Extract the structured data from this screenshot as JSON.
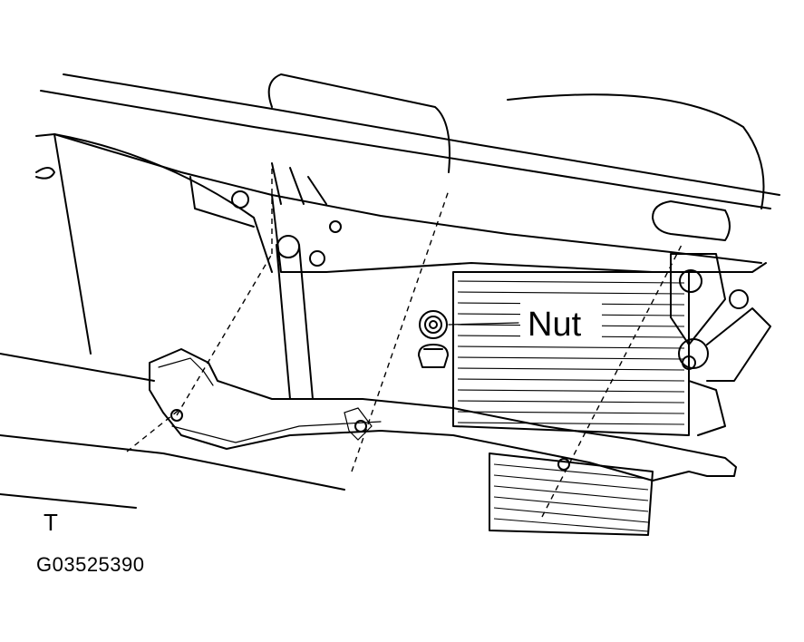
{
  "callouts": {
    "nut_label": "Nut"
  },
  "orientation_mark": "T",
  "figure_code": "G03525390"
}
